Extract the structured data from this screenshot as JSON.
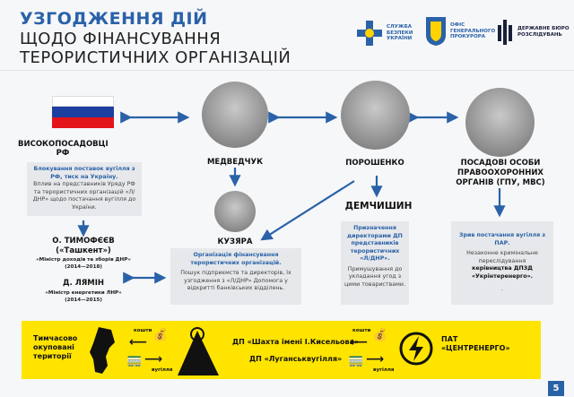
{
  "title": {
    "line1": "УЗГОДЖЕННЯ ДІЙ",
    "line2": "ЩОДО ФІНАНСУВАННЯ",
    "line3": "ТЕРОРИСТИЧНИХ ОРГАНІЗАЦІЙ"
  },
  "logos": {
    "sbu": [
      "СЛУЖБА",
      "БЕЗПЕКИ",
      "УКРАЇНИ"
    ],
    "ogp": [
      "ОФІС",
      "ГЕНЕРАЛЬНОГО",
      "ПРОКУРОРА"
    ],
    "dbr": [
      "ДЕРЖАВНЕ БЮРО",
      "РОЗСЛІДУВАНЬ"
    ]
  },
  "rf": {
    "name": "ВИСОКОПОСАДОВЦІ РФ",
    "box_title": "Блокування поставок вугілля з РФ, тиск на Україну.",
    "box_text": "Вплив на представників Уряду РФ та терористичних організацій «Л/ДНР» щодо постачання вугілля до України."
  },
  "timofeev": {
    "name": "О. ТИМОФЄЄВ",
    "alias": "(«Ташкент»)",
    "role": "«Міністр доходів та зборів ДНР»",
    "years": "(2014—2018)"
  },
  "lyamin": {
    "name": "Д. ЛЯМІН",
    "role": "«Міністр енергетики ЛНР»",
    "years": "(2014—2015)"
  },
  "medvedchuk": {
    "name": "МЕДВЕДЧУК"
  },
  "kuzyara": {
    "name": "КУЗЯРА",
    "box_title": "Організація фінансування терористичних організацій.",
    "box_text": "Пошук підприємств та директорів, їх узгодження з «Л/ДНР» Допомога у відкритті банківських відділень."
  },
  "poroshenko": {
    "name": "ПОРОШЕНКО"
  },
  "demchyshyn": {
    "name": "ДЕМЧИШИН",
    "box_title": "Призначення директорами ДП представників терористичних «Л/ДНР».",
    "box_text": "Примушування до укладання угод з цими товариствами."
  },
  "officials": {
    "name": "ПОСАДОВІ ОСОБИ ПРАВООХОРОННИХ ОРГАНІВ (ГПУ, МВС)",
    "box_title": "Зрив постачання вугілля з ПАР.",
    "box_text": "Незаконне кримінальне переслідування",
    "box_bold": "керівництва ДПЗД «Укрінтеренерго».",
    "box_dot": "."
  },
  "band": {
    "territories": "Тимчасово окуповані території",
    "money1": "кошти",
    "coal1": "вугілля",
    "mine1": "ДП «Шахта імені І.Кисельова»",
    "mine2": "ДП «Луганськвугілля»",
    "money2": "кошти",
    "coal2": "вугілля",
    "company": "ПАТ «ЦЕНТРЕНЕРГО»"
  },
  "page_number": "5",
  "colors": {
    "accent": "#2a62a8",
    "band": "#ffe400"
  }
}
